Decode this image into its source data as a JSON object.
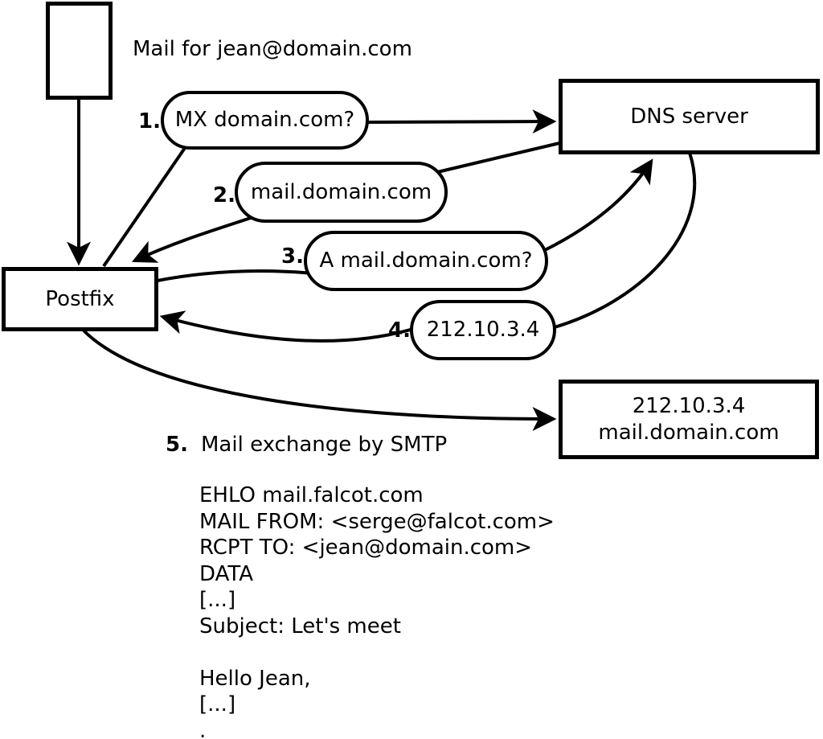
{
  "title": "Mail for jean@domain.com",
  "nodes": {
    "postfix": {
      "label": "Postfix"
    },
    "dns_server": {
      "label": "DNS server"
    },
    "mail_server": {
      "line1": "212.10.3.4",
      "line2": "mail.domain.com"
    }
  },
  "steps": [
    {
      "num": "1.",
      "label": "MX domain.com?"
    },
    {
      "num": "2.",
      "label": "mail.domain.com"
    },
    {
      "num": "3.",
      "label": "A mail.domain.com?"
    },
    {
      "num": "4.",
      "label": "212.10.3.4"
    },
    {
      "num": "5.",
      "label": "Mail exchange by SMTP"
    }
  ],
  "smtp_session": "EHLO mail.falcot.com\nMAIL FROM: <serge@falcot.com>\nRCPT TO: <jean@domain.com>\nDATA\n[...]\nSubject: Let's meet\n\nHello Jean,\n[...]\n.",
  "colors": {
    "stroke": "#000000",
    "background": "#ffffff",
    "text": "#000000"
  }
}
